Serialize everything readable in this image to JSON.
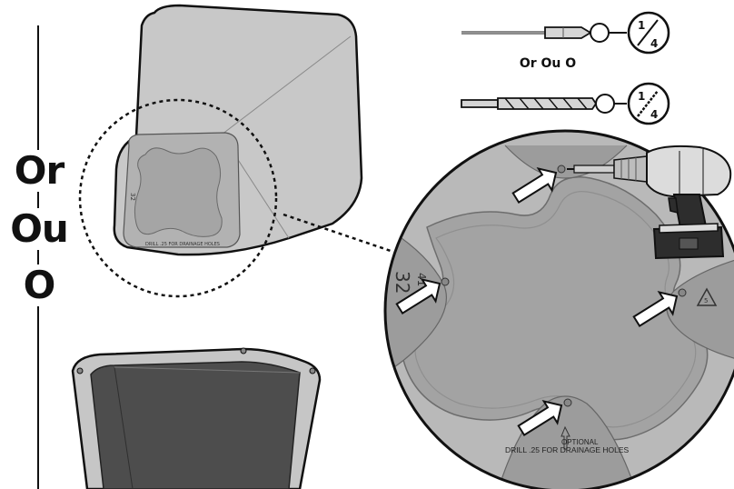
{
  "side_labels": [
    "Or",
    "Ou",
    "O"
  ],
  "bit_separator": "Or  Ou  O",
  "drill_bits": [
    {
      "name": "spade-bit",
      "size_num": "1",
      "size_den": "4"
    },
    {
      "name": "twist-bit",
      "size_num": "1",
      "size_den": "4"
    }
  ],
  "mold_marks": {
    "optional": "OPTIONAL",
    "drill_note": "DRILL .25 FOR DRAINAGE HOLES",
    "number_a": "32",
    "number_b": "41"
  },
  "colors": {
    "planter_body": "#c4c4c4",
    "planter_base": "#a9a9a9",
    "outline": "#111111",
    "arrow_fill": "#ffffff",
    "drill_battery": "#2d2d2d",
    "drill_accent": "#dcdcdc"
  }
}
